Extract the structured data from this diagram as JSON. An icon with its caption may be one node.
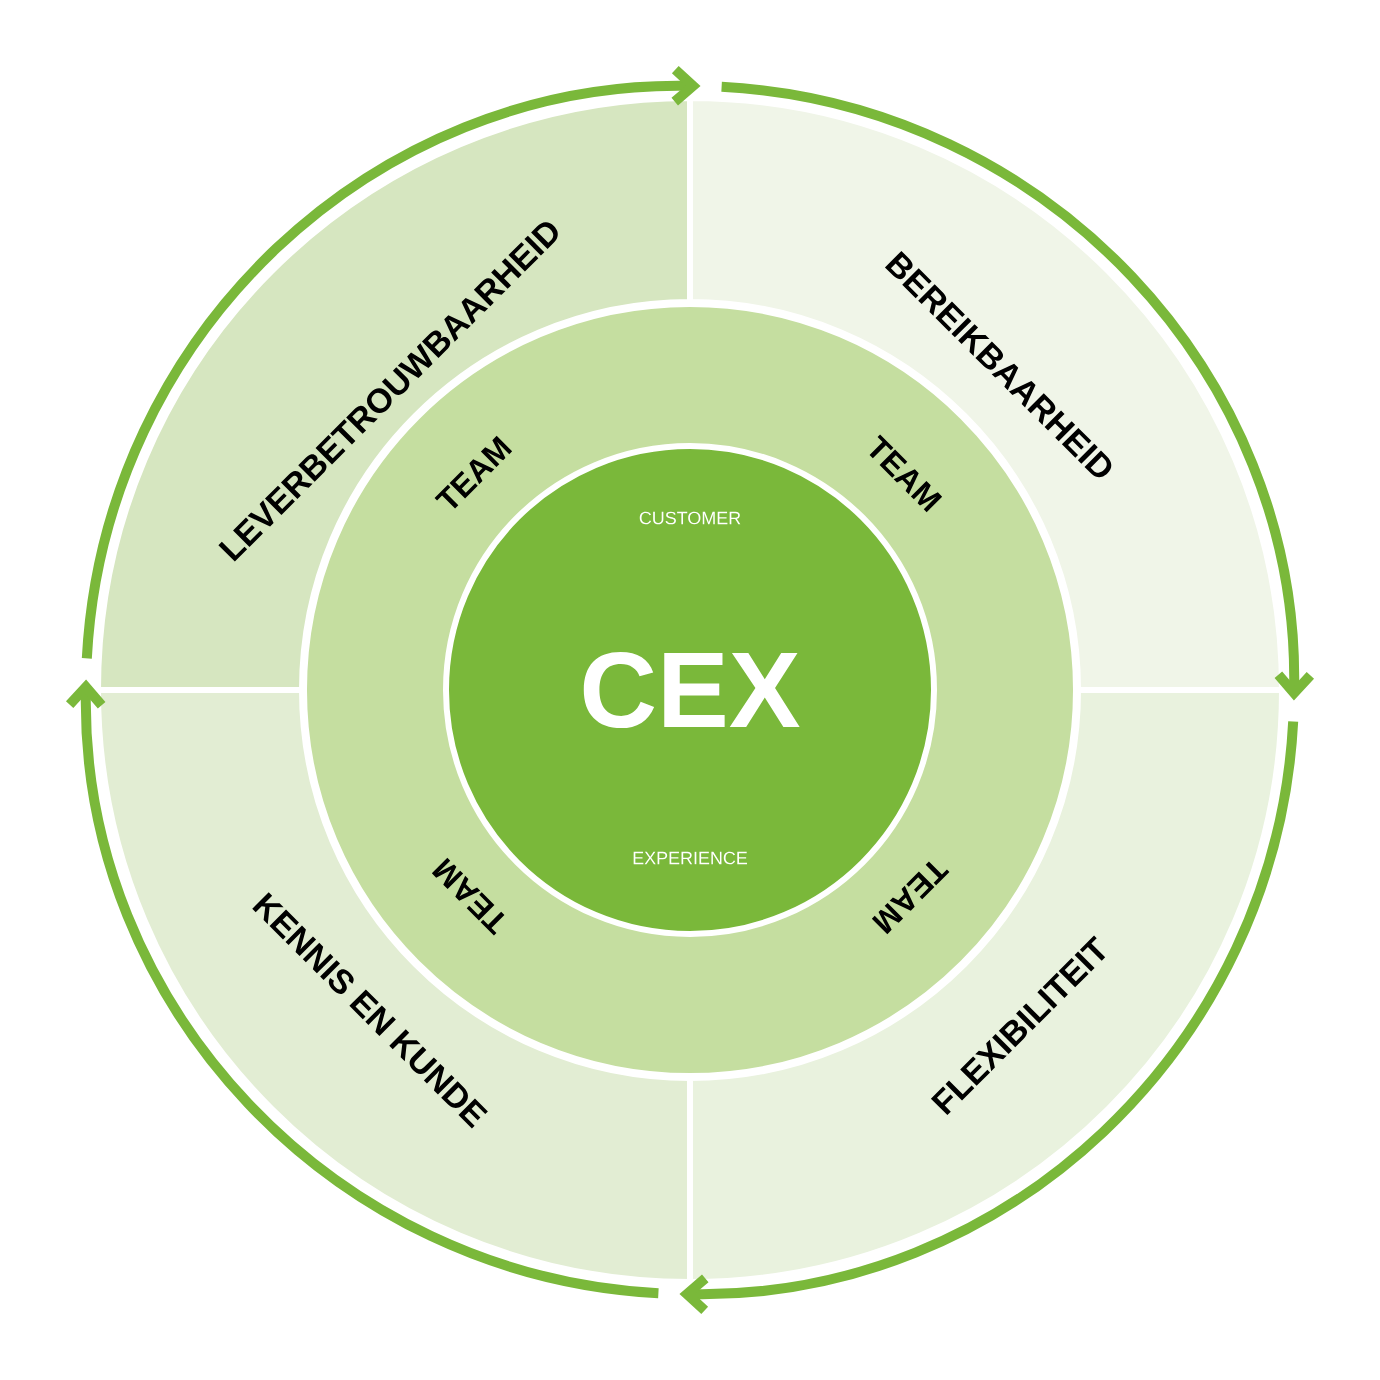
{
  "diagram": {
    "nodes": [
      {
        "text": [
          "LEVERBETROUWBAARHEID"
        ]
      },
      {
        "text": [
          "BEREIKBAARHEID"
        ]
      },
      {
        "text": [
          "KENNIS EN KUNDE"
        ]
      },
      {
        "text": [
          "FLEXIBILITEIT"
        ]
      },
      {
        "text": [
          "TEAM",
          "TEAM",
          "TEAM",
          "TEAM"
        ]
      },
      {
        "text": [
          "CUSTOMER",
          "CEX",
          "EXPERIENCE"
        ],
        "in": 4
      }
    ],
    "edges": [
      {
        "from": 0,
        "to": 1,
        "arrow": "to"
      },
      {
        "from": 1,
        "to": 3,
        "arrow": "to"
      },
      {
        "from": 3,
        "to": 2,
        "arrow": "to"
      },
      {
        "from": 2,
        "to": 0,
        "arrow": "to"
      }
    ]
  }
}
